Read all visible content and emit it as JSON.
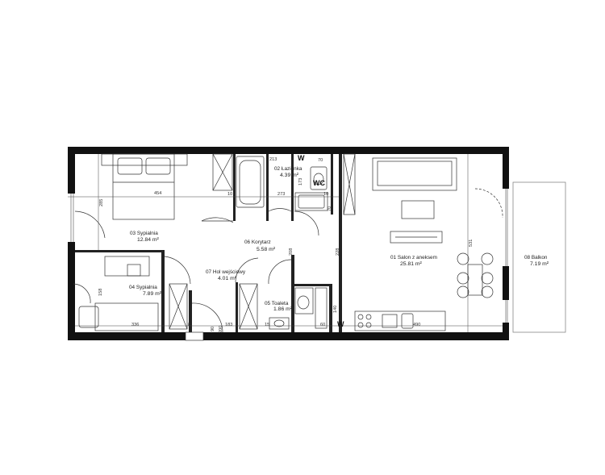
{
  "rooms": {
    "salon": {
      "name": "01 Salon z aneksem",
      "area": "25.81 m²"
    },
    "lazienka": {
      "name": "02 Łazienka",
      "area": "4.39 m²"
    },
    "sypialnia3": {
      "name": "03 Sypialnia",
      "area": "12.84 m²"
    },
    "sypialnia4": {
      "name": "04 Sypialnia",
      "area": "7.89 m²"
    },
    "toaleta": {
      "name": "05 Toaleta",
      "area": "1.86 m²"
    },
    "korytarz": {
      "name": "06 Korytarz",
      "area": "5.58 m²"
    },
    "hol": {
      "name": "07 Hol wejściowy",
      "area": "4.01 m²"
    },
    "balkon": {
      "name": "08 Balkon",
      "area": "7.19 m²"
    }
  },
  "dimensions": {
    "d454": "454",
    "d213": "213",
    "d70": "70",
    "d173": "173",
    "d10a": "10",
    "d273": "273",
    "d10b": "10",
    "d70b": "70",
    "d285": "285",
    "d208a": "208",
    "d228": "228",
    "d531": "531",
    "d158": "158",
    "d336": "336",
    "d8": "8",
    "d90": "90",
    "d200": "200",
    "d183": "183",
    "d15": "15",
    "d140": "140",
    "d60": "60",
    "d490": "490"
  },
  "markers": {
    "w1": "W",
    "wc": "WC",
    "w2": "W"
  }
}
